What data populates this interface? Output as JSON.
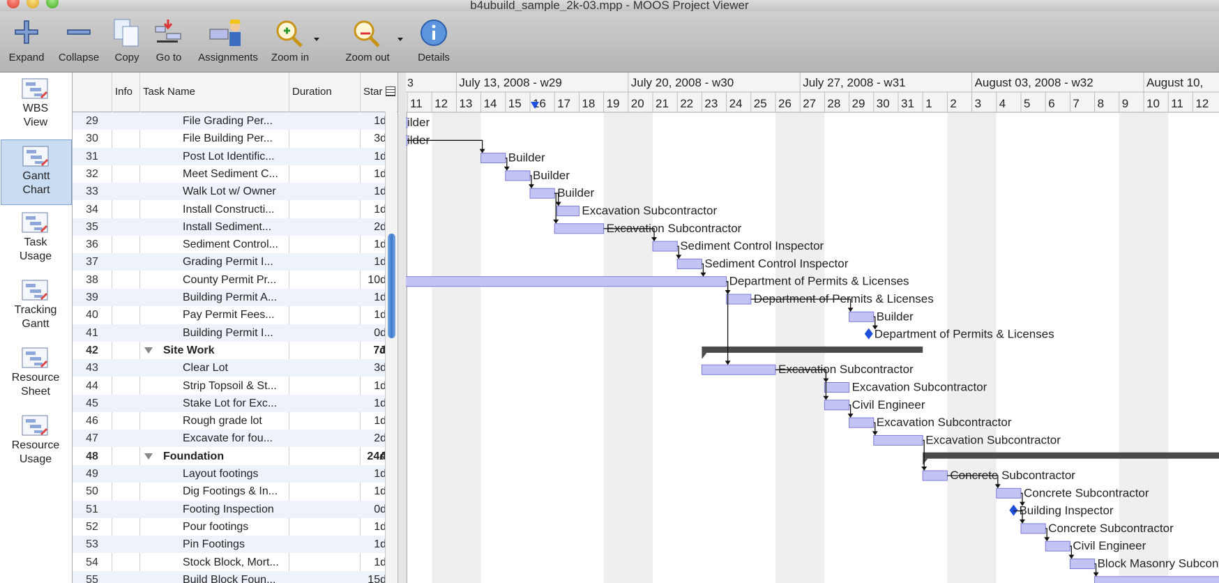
{
  "window": {
    "title": "b4ubuild_sample_2k-03.mpp - MOOS Project Viewer"
  },
  "toolbar": [
    {
      "id": "expand",
      "label": "Expand",
      "icon": "plus-icon"
    },
    {
      "id": "collapse",
      "label": "Collapse",
      "icon": "minus-icon"
    },
    {
      "id": "copy",
      "label": "Copy",
      "icon": "copy-icon"
    },
    {
      "id": "goto",
      "label": "Go to",
      "icon": "goto-icon"
    },
    {
      "id": "assignments",
      "label": "Assignments",
      "icon": "worker-icon"
    },
    {
      "id": "zoomin",
      "label": "Zoom in",
      "icon": "zoom-in-icon"
    },
    {
      "id": "zoomout",
      "label": "Zoom out",
      "icon": "zoom-out-icon"
    },
    {
      "id": "details",
      "label": "Details",
      "icon": "info-icon"
    }
  ],
  "views": [
    {
      "label": "WBS\nView",
      "icon": "wbs-view-icon",
      "active": false
    },
    {
      "label": "Gantt\nChart",
      "icon": "gantt-chart-icon",
      "active": true
    },
    {
      "label": "Task\nUsage",
      "icon": "task-usage-icon",
      "active": false
    },
    {
      "label": "Tracking\nGantt",
      "icon": "tracking-gantt-icon",
      "active": false
    },
    {
      "label": "Resource\nSheet",
      "icon": "resource-sheet-icon",
      "active": false
    },
    {
      "label": "Resource\nUsage",
      "icon": "resource-usage-icon",
      "active": false
    }
  ],
  "columns": {
    "info": "Info",
    "task": "Task Name",
    "duration": "Duration",
    "start": "Star"
  },
  "weeks": [
    "July 13, 2008 - w29",
    "July 20, 2008 - w30",
    "July 27, 2008 - w31",
    "August 03, 2008 - w32",
    "August 10,"
  ],
  "days": [
    "11",
    "12",
    "13",
    "14",
    "15",
    "16",
    "17",
    "18",
    "19",
    "20",
    "21",
    "22",
    "23",
    "24",
    "25",
    "26",
    "27",
    "28",
    "29",
    "30",
    "31",
    "1",
    "2",
    "3",
    "4",
    "5",
    "6",
    "7",
    "8",
    "9",
    "10",
    "11",
    "12"
  ],
  "partial_week_label": "3",
  "tasks": [
    {
      "n": "29",
      "name": "File Grading Per...",
      "dur": "1d",
      "level": 2,
      "start": "",
      "bar": [
        -5,
        0
      ],
      "res": "Builder",
      "clipLabel": "ilder",
      "row": 0
    },
    {
      "n": "30",
      "name": "File Building Per...",
      "dur": "3d",
      "level": 2,
      "start": "",
      "bar": [
        -5,
        0
      ],
      "res": "ilder",
      "clipLabel": "ilder",
      "row": 1
    },
    {
      "n": "31",
      "name": "Post Lot Identific...",
      "dur": "1d",
      "level": 2,
      "start": "",
      "bar": [
        3,
        4
      ],
      "res": "Builder"
    },
    {
      "n": "32",
      "name": "Meet Sediment C...",
      "dur": "1d",
      "level": 2,
      "start": "",
      "bar": [
        4,
        5
      ],
      "res": "Builder"
    },
    {
      "n": "33",
      "name": "Walk Lot w/ Owner",
      "dur": "1d",
      "level": 2,
      "start": "",
      "bar": [
        5,
        6
      ],
      "res": "Builder"
    },
    {
      "n": "34",
      "name": "Install Constructi...",
      "dur": "1d",
      "level": 2,
      "start": "",
      "bar": [
        6.1,
        7
      ],
      "res": "Excavation Subcontractor"
    },
    {
      "n": "35",
      "name": "Install Sediment...",
      "dur": "2d",
      "level": 2,
      "start": "",
      "bar": [
        6,
        8
      ],
      "res": "Excavation Subcontractor"
    },
    {
      "n": "36",
      "name": "Sediment Control...",
      "dur": "1d",
      "level": 2,
      "start": "",
      "bar": [
        10,
        11
      ],
      "res": "Sediment Control Inspector"
    },
    {
      "n": "37",
      "name": "Grading Permit I...",
      "dur": "1d",
      "level": 2,
      "start": "",
      "bar": [
        11,
        12
      ],
      "res": "Sediment Control Inspector"
    },
    {
      "n": "38",
      "name": "County Permit Pr...",
      "dur": "10d",
      "level": 2,
      "start": "",
      "bar": [
        -1,
        13
      ],
      "res": "Department of Permits & Licenses"
    },
    {
      "n": "39",
      "name": "Building Permit A...",
      "dur": "1d",
      "level": 2,
      "start": "",
      "bar": [
        13,
        14
      ],
      "res": "Department of Permits & Licenses"
    },
    {
      "n": "40",
      "name": "Pay Permit Fees...",
      "dur": "1d",
      "level": 2,
      "start": "",
      "bar": [
        18,
        19
      ],
      "res": "Builder"
    },
    {
      "n": "41",
      "name": "Building Permit I...",
      "dur": "0d",
      "level": 2,
      "start": "",
      "milestone": 18.8,
      "res": "Department of Permits & Licenses"
    },
    {
      "n": "42",
      "name": "Site Work",
      "dur": "7d",
      "level": 1,
      "start": "J",
      "summary": [
        12,
        21
      ]
    },
    {
      "n": "43",
      "name": "Clear Lot",
      "dur": "3d",
      "level": 2,
      "start": "",
      "bar": [
        12,
        15
      ],
      "res": "Excavation Subcontractor"
    },
    {
      "n": "44",
      "name": "Strip Topsoil & St...",
      "dur": "1d",
      "level": 2,
      "start": "",
      "bar": [
        17,
        18
      ],
      "res": "Excavation Subcontractor"
    },
    {
      "n": "45",
      "name": "Stake Lot for Exc...",
      "dur": "1d",
      "level": 2,
      "start": "",
      "bar": [
        17,
        18
      ],
      "res": "Civil Engineer"
    },
    {
      "n": "46",
      "name": "Rough grade lot",
      "dur": "1d",
      "level": 2,
      "start": "",
      "bar": [
        18,
        19
      ],
      "res": "Excavation Subcontractor"
    },
    {
      "n": "47",
      "name": "Excavate for fou...",
      "dur": "2d",
      "level": 2,
      "start": "",
      "bar": [
        19,
        21
      ],
      "res": "Excavation Subcontractor"
    },
    {
      "n": "48",
      "name": "Foundation",
      "dur": "24d",
      "level": 1,
      "start": "A",
      "summary": [
        21,
        40
      ]
    },
    {
      "n": "49",
      "name": "Layout footings",
      "dur": "1d",
      "level": 2,
      "start": "",
      "bar": [
        21,
        22
      ],
      "res": "Concrete Subcontractor"
    },
    {
      "n": "50",
      "name": "Dig Footings & In...",
      "dur": "1d",
      "level": 2,
      "start": "",
      "bar": [
        24,
        25
      ],
      "res": "Concrete Subcontractor"
    },
    {
      "n": "51",
      "name": "Footing Inspection",
      "dur": "0d",
      "level": 2,
      "start": "",
      "milestone": 24.7,
      "res": "Building Inspector"
    },
    {
      "n": "52",
      "name": "Pour footings",
      "dur": "1d",
      "level": 2,
      "start": "",
      "bar": [
        25,
        26
      ],
      "res": "Concrete Subcontractor"
    },
    {
      "n": "53",
      "name": "Pin Footings",
      "dur": "1d",
      "level": 2,
      "start": "",
      "bar": [
        26,
        27
      ],
      "res": "Civil Engineer"
    },
    {
      "n": "54",
      "name": "Stock Block, Mort...",
      "dur": "1d",
      "level": 2,
      "start": "",
      "bar": [
        27,
        28
      ],
      "res": "Block Masonry Subcontractor"
    },
    {
      "n": "55",
      "name": "Build Block Foun...",
      "dur": "15d",
      "level": 2,
      "start": "",
      "bar": [
        28,
        40
      ],
      "res": ""
    }
  ],
  "colors": {
    "bar": "#c4c4f4",
    "barBorder": "#7b7bd8",
    "summary": "#4a4a4a",
    "milestone": "#1e4fd8",
    "weekend": "#efefef",
    "today": "#1e50e0"
  }
}
